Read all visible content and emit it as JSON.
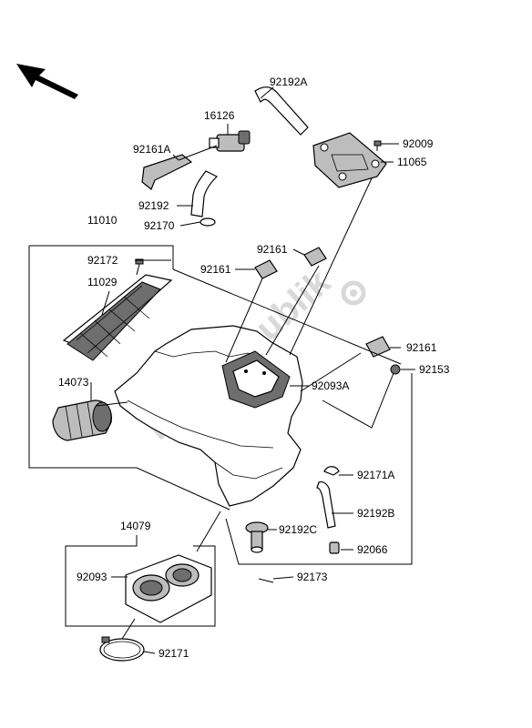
{
  "watermark": "Partsrepublik",
  "labels": {
    "p92192A": "92192A",
    "p16126": "16126",
    "p92009": "92009",
    "p92161A": "92161A",
    "p11065": "11065",
    "p92192": "92192",
    "p92170": "92170",
    "p11010": "11010",
    "p92161_top": "92161",
    "p92172": "92172",
    "p92161_mid": "92161",
    "p11029": "11029",
    "p92161_right": "92161",
    "p92153": "92153",
    "p14073": "14073",
    "p92093A": "92093A",
    "p92171A": "92171A",
    "p92192B": "92192B",
    "p92192C": "92192C",
    "p92066": "92066",
    "p14079": "14079",
    "p92173": "92173",
    "p92093": "92093",
    "p92171": "92171"
  }
}
